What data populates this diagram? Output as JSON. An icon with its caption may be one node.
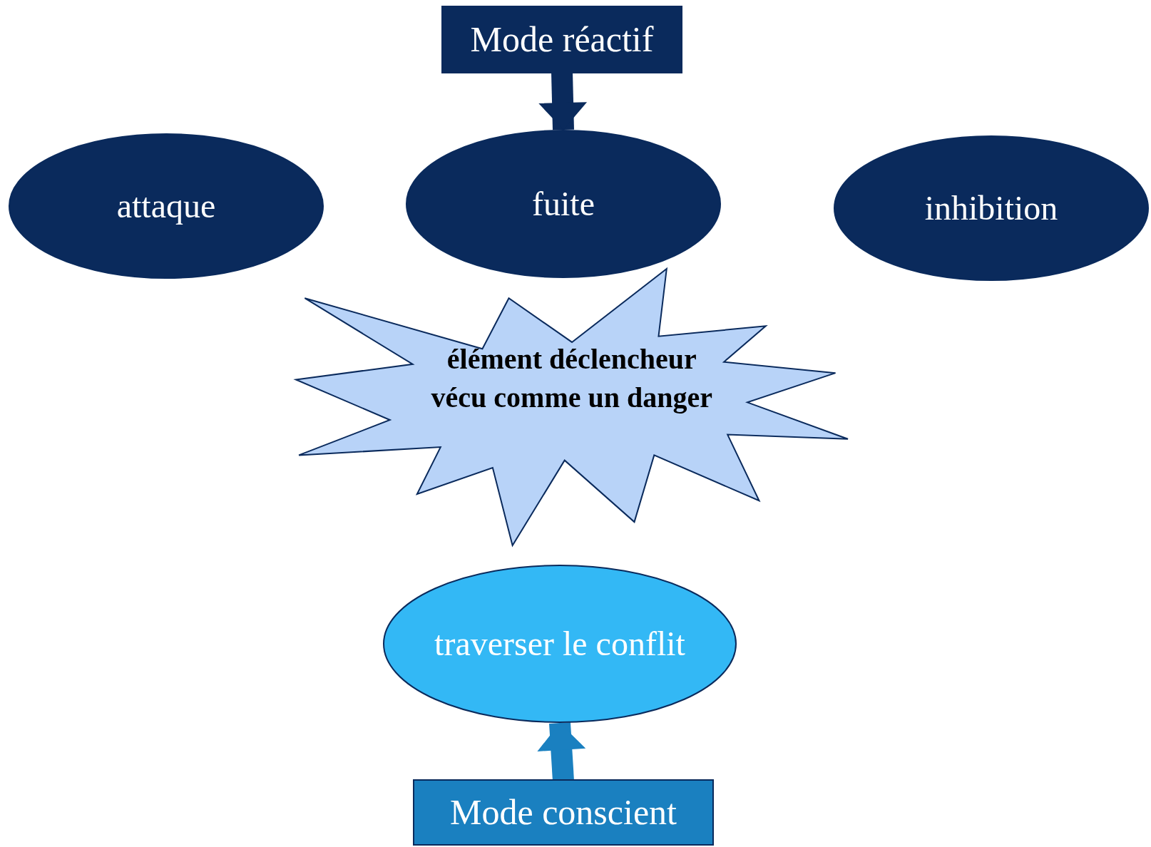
{
  "diagram": {
    "nodes": [
      {
        "text": [
          "Mode réactif"
        ]
      },
      {
        "text": [
          "attaque"
        ]
      },
      {
        "text": [
          "fuite"
        ]
      },
      {
        "text": [
          "inhibition"
        ]
      },
      {
        "text": [
          "élément déclencheur vécu comme un danger"
        ]
      },
      {
        "text": [
          "traverser le conflit"
        ]
      },
      {
        "text": [
          "Mode conscient"
        ]
      }
    ],
    "edges": [
      {
        "from": 0,
        "to": 2,
        "arrow": "to",
        "color": "#0a2a5c"
      },
      {
        "from": 6,
        "to": 5,
        "arrow": "to",
        "color": "#1a80c0"
      }
    ]
  }
}
